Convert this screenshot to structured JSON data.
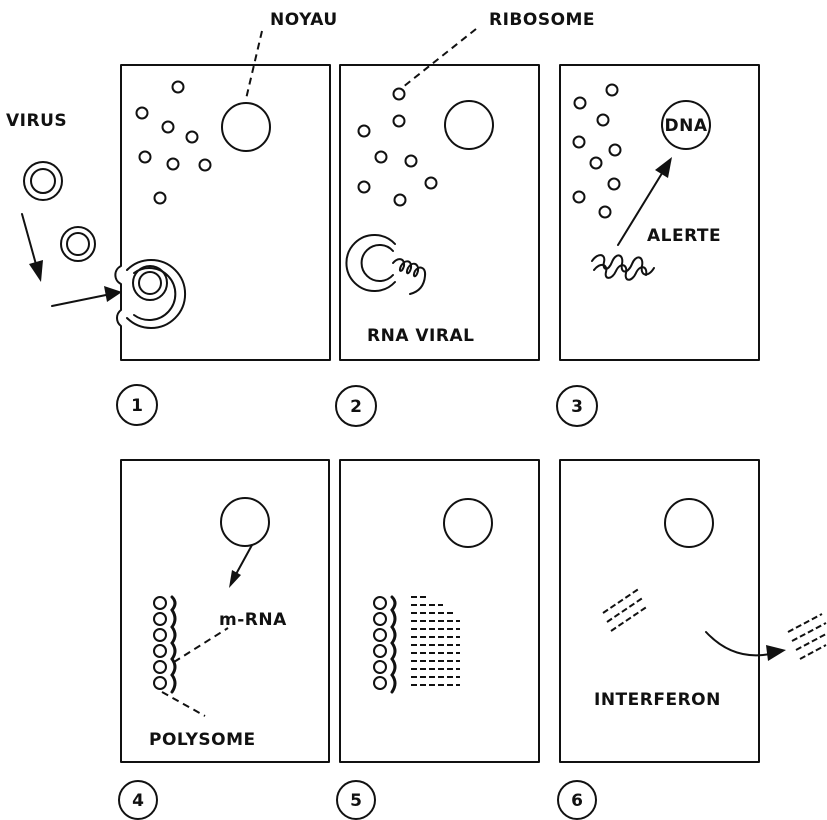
{
  "labels": {
    "virus": "VIRUS",
    "noyau": "NOYAU",
    "ribosome": "RIBOSOME",
    "rna_viral": "RNA VIRAL",
    "dna": "DNA",
    "alerte": "ALERTE",
    "m_rna": "m-RNA",
    "polysome": "POLYSOME",
    "interferon": "INTERFERON"
  },
  "panels": [
    {
      "number": "1"
    },
    {
      "number": "2"
    },
    {
      "number": "3"
    },
    {
      "number": "4"
    },
    {
      "number": "5"
    },
    {
      "number": "6"
    }
  ]
}
